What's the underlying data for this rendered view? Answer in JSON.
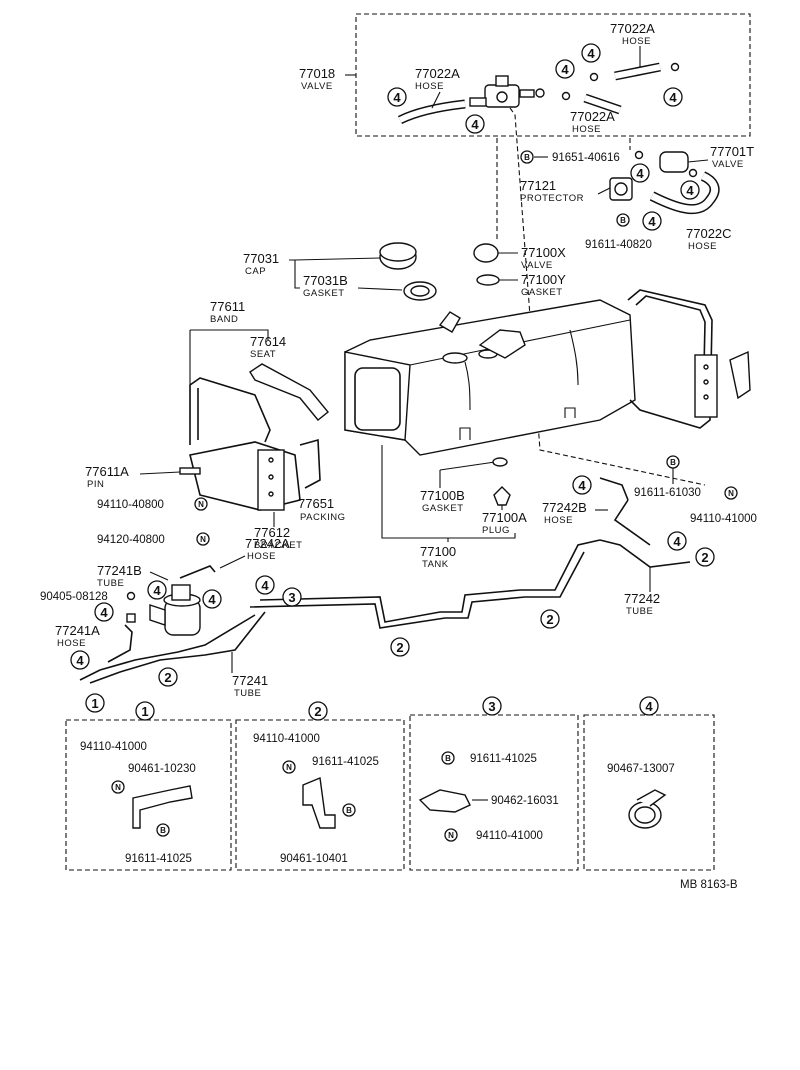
{
  "labels": {
    "p77018": "77018",
    "p77018_n": "VALVE",
    "p77022A_1": "77022A",
    "p77022A_1_n": "HOSE",
    "p77022A_2": "77022A",
    "p77022A_2_n": "HOSE",
    "p77022A_3": "77022A",
    "p77022A_3_n": "HOSE",
    "p91651": "91651-40616",
    "p77701T": "77701T",
    "p77701T_n": "VALVE",
    "p77121": "77121",
    "p77121_n": "PROTECTOR",
    "p77022C": "77022C",
    "p77022C_n": "HOSE",
    "p91611_40820": "91611-40820",
    "p77031": "77031",
    "p77031_n": "CAP",
    "p77031B": "77031B",
    "p77031B_n": "GASKET",
    "p77100X": "77100X",
    "p77100X_n": "VALVE",
    "p77100Y": "77100Y",
    "p77100Y_n": "GASKET",
    "p77611": "77611",
    "p77611_n": "BAND",
    "p77614": "77614",
    "p77614_n": "SEAT",
    "p77611A": "77611A",
    "p77611A_n": "PIN",
    "p94110_40800": "94110-40800",
    "p77651": "77651",
    "p77651_n": "PACKING",
    "p77612": "77612",
    "p77612_n": "BRACKET",
    "p94120_40800": "94120-40800",
    "p77100B": "77100B",
    "p77100B_n": "GASKET",
    "p77100A": "77100A",
    "p77100A_n": "PLUG",
    "p77100": "77100",
    "p77100_n": "TANK",
    "p77242B": "77242B",
    "p77242B_n": "HOSE",
    "p91611_61030": "91611-61030",
    "p94110_41000": "94110-41000",
    "p77242A": "77242A",
    "p77242A_n": "HOSE",
    "p77241B": "77241B",
    "p77241B_n": "TUBE",
    "p90405": "90405-08128",
    "p77241A": "77241A",
    "p77241A_n": "HOSE",
    "p77241": "77241",
    "p77241_n": "TUBE",
    "p77242": "77242",
    "p77242_n": "TUBE"
  },
  "markers": {
    "b": "B",
    "n": "N",
    "one": "1",
    "two": "2",
    "three": "3",
    "four": "4"
  },
  "detail_boxes": [
    {
      "title": "1",
      "parts": [
        "94110-41000",
        "90461-10230",
        "91611-41025"
      ]
    },
    {
      "title": "2",
      "parts": [
        "94110-41000",
        "91611-41025",
        "90461-10401"
      ]
    },
    {
      "title": "3",
      "parts": [
        "91611-41025",
        "90462-16031",
        "94110-41000"
      ]
    },
    {
      "title": "4",
      "parts": [
        "90467-13007"
      ]
    }
  ],
  "footer": "MB  8163-B"
}
